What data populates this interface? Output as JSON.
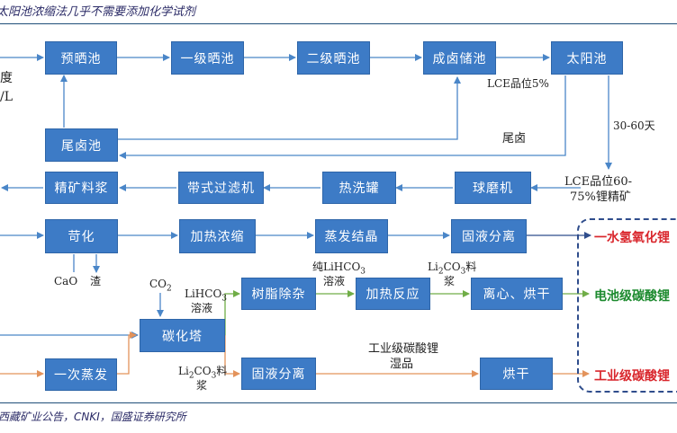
{
  "title": "太阳池浓缩法几乎不需要添加化学试剂",
  "source": "西藏矿业公告，CNKI，国盛证券研究所",
  "left_labels": {
    "l1": "度",
    "l2": "/L"
  },
  "boxes": {
    "yushaichi": "预晒池",
    "yiji": "一级晒池",
    "erji": "二级晒池",
    "chenglu": "成卤储池",
    "taiyangchi": "太阳池",
    "weiluchi": "尾卤池",
    "jingkuang": "精矿料浆",
    "daishi": "带式过滤机",
    "rexiguan": "热洗罐",
    "qiumo": "球磨机",
    "kehua": "苛化",
    "jiare_nongsuo": "加热浓缩",
    "zhengfa": "蒸发结晶",
    "guye1": "固液分离",
    "tanhuata": "碳化塔",
    "shuzhi": "树脂除杂",
    "jiare_fanying": "加热反应",
    "lixin": "离心、烘干",
    "yici": "一次蒸发",
    "guye2": "固液分离",
    "honggan": "烘干"
  },
  "labels": {
    "lce5": "LCE品位5%",
    "weilu": "尾卤",
    "days": "30-60天",
    "lce60_a": "LCE品位60-",
    "lce60_b": "75%锂精矿",
    "cao": "CaO",
    "zha": "渣",
    "co2_main": "CO",
    "co2_sub": "2",
    "lihco3_a": "LiHCO",
    "lihco3_sub": "3",
    "lihco3_b": "溶液",
    "chunli_a": "纯LiHCO",
    "chunli_sub": "3",
    "chunli_b": "溶液",
    "li2co3_top_a": "Li",
    "li2co3_top_s1": "2",
    "li2co3_top_m": "CO",
    "li2co3_top_s2": "3",
    "li2co3_top_e": "料",
    "li2co3_top_b": "浆",
    "li2co3_bot_a": "Li",
    "li2co3_bot_s1": "2",
    "li2co3_bot_m": "CO",
    "li2co3_bot_s2": "3",
    "li2co3_bot_e": "料",
    "li2co3_bot_b": "浆",
    "gongye_a": "工业级碳酸锂",
    "gongye_b": "湿品"
  },
  "outputs": {
    "o1": "一水氢氧化锂",
    "o2": "电池级碳酸锂",
    "o3": "工业级碳酸锂"
  },
  "colors": {
    "box": "#3d7bc6",
    "arrow_blue": "#4a86c8",
    "arrow_green": "#70ad47",
    "arrow_orange": "#e3935b",
    "output_red": "#d9262c",
    "output_green": "#1c8a2e",
    "dashed": "#2f4d8c"
  }
}
